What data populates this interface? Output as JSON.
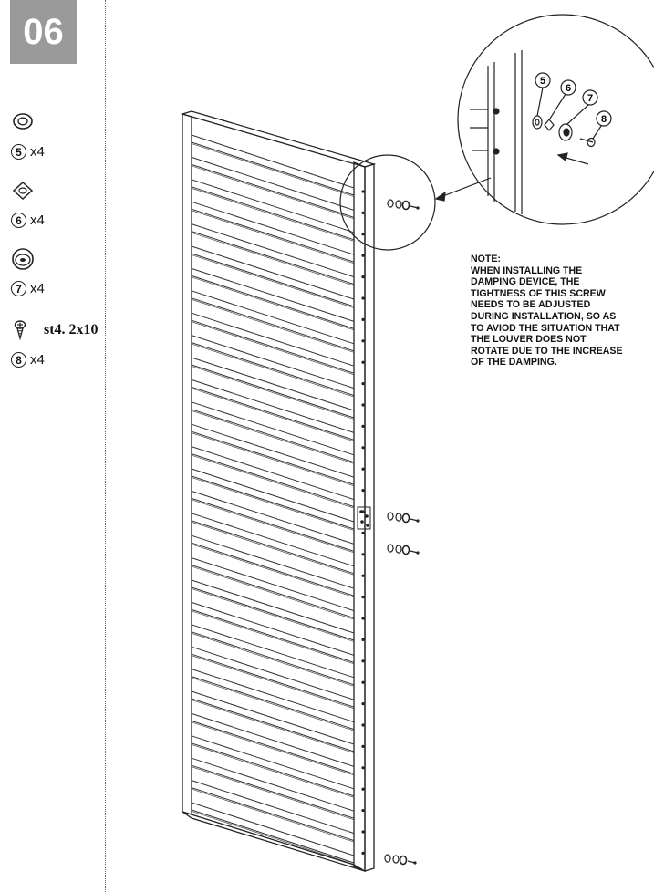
{
  "step": {
    "number": "06"
  },
  "parts": [
    {
      "id": "5",
      "qty": "x4",
      "icon": "flat-washer-icon"
    },
    {
      "id": "6",
      "qty": "x4",
      "icon": "square-washer-icon"
    },
    {
      "id": "7",
      "qty": "x4",
      "icon": "damping-washer-icon"
    },
    {
      "id": "8",
      "qty": "x4",
      "icon": "screw-icon",
      "spec": "st4. 2x10"
    }
  ],
  "callout": {
    "labels": [
      "5",
      "6",
      "7",
      "8"
    ]
  },
  "note": {
    "lines": [
      "NOTE:",
      "WHEN INSTALLING THE",
      "DAMPING DEVICE, THE",
      "TIGHTNESS OF THIS SCREW",
      "NEEDS TO BE ADJUSTED",
      "DURING INSTALLATION, SO AS",
      "TO AVIOD THE SITUATION THAT",
      "THE LOUVER DOES NOT",
      "ROTATE DUE TO THE INCREASE",
      "OF THE DAMPING."
    ]
  }
}
